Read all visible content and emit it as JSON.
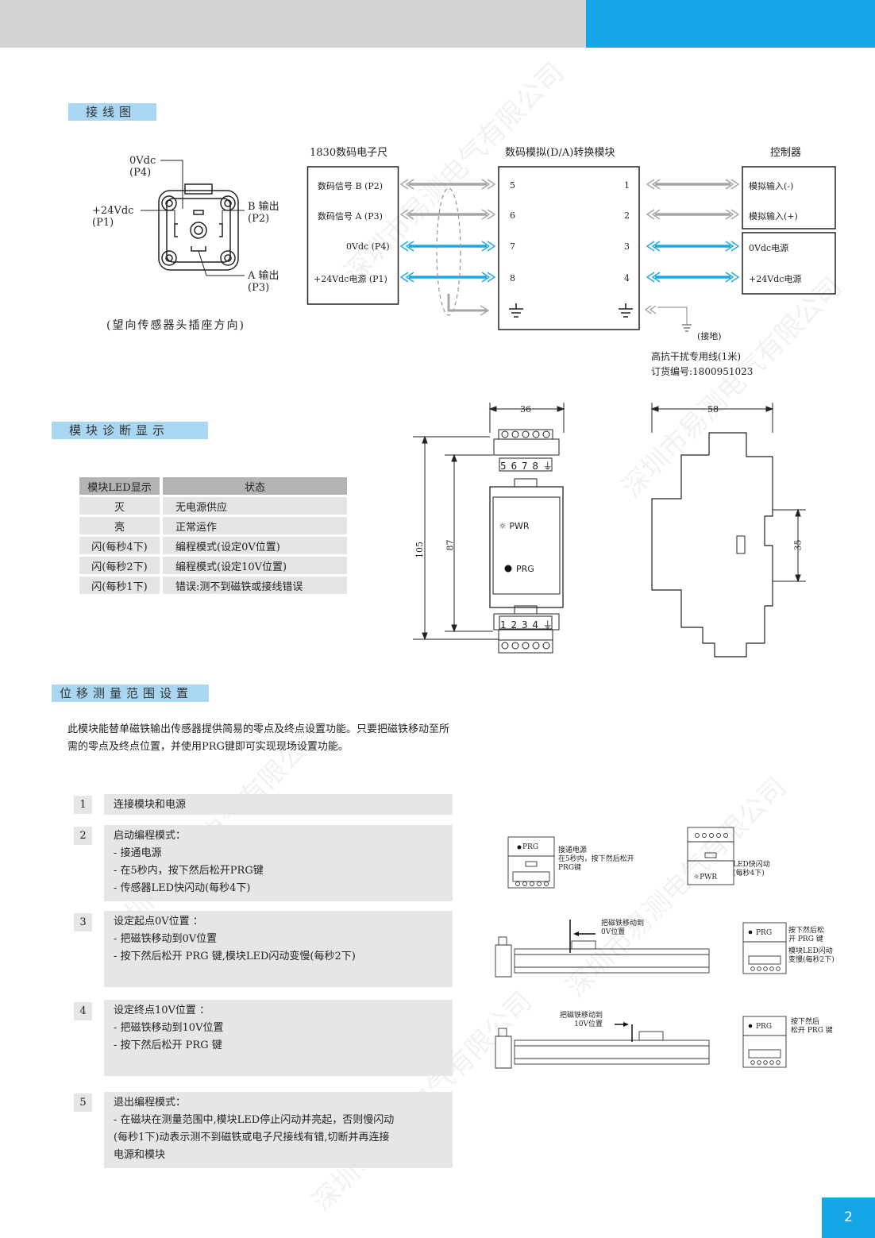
{
  "page_number": "2",
  "watermark": "深圳市易测电气有限公司",
  "sections": {
    "wiring": "接线图",
    "diagnostics": "模块诊断显示",
    "range": "位移测量范围设置"
  },
  "connector": {
    "p4_a": "0Vdc",
    "p4_b": "(P4)",
    "p1_a": "+24Vdc",
    "p1_b": "(P1)",
    "p2_a": "B 输出",
    "p2_b": "(P2)",
    "p3_a": "A 输出",
    "p3_b": "(P3)",
    "caption": "(望向传感器头插座方向)"
  },
  "wiring": {
    "ruler_title": "1830数码电子尺",
    "module_title": "数码模拟(D/A)转换模块",
    "controller_title": "控制器",
    "ruler_rows": [
      "数码信号 B (P2)",
      "数码信号 A (P3)",
      "0Vdc (P4)",
      "+24Vdc电源 (P1)"
    ],
    "module_left": [
      "5",
      "6",
      "7",
      "8"
    ],
    "module_right": [
      "1",
      "2",
      "3",
      "4"
    ],
    "controller_rows": [
      "模拟输入(-)",
      "模拟输入(+)",
      "0Vdc电源",
      "+24Vdc电源"
    ],
    "ground": "(接地)",
    "cable_1": "高抗干扰专用线(1米)",
    "cable_2": "订货编号:1800951023",
    "colors": {
      "signal": "#a5a5a5",
      "power": "#1aa7e3"
    }
  },
  "dimensions": {
    "w36": "36",
    "w58": "58",
    "h105": "105",
    "h87": "87",
    "h35": "35",
    "terminals_top": "5 6 7 8 ⏚",
    "terminals_bottom": "1 2 3 4 ⏚",
    "pwr": "PWR",
    "prg": "PRG"
  },
  "led_table": {
    "headers": [
      "模块LED显示",
      "状态"
    ],
    "rows": [
      [
        "灭",
        "无电源供应"
      ],
      [
        "亮",
        "正常运作"
      ],
      [
        "闪(每秒4下)",
        "编程模式(设定0V位置)"
      ],
      [
        "闪(每秒2下)",
        "编程模式(设定10V位置)"
      ],
      [
        "闪(每秒1下)",
        "错误:测不到磁铁或接线错误"
      ]
    ]
  },
  "intro": "此模块能替单磁铁输出传感器提供简易的零点及终点设置功能。只要把磁铁移动至所需的零点及终点位置，并使用PRG键即可实现现场设置功能。",
  "steps": [
    {
      "num": "1",
      "lines": [
        "连接模块和电源"
      ]
    },
    {
      "num": "2",
      "lines": [
        "启动编程模式：",
        "- 接通电源",
        "- 在5秒内，按下然后松开PRG键",
        "- 传感器LED快闪动(每秒4下)"
      ]
    },
    {
      "num": "3",
      "lines": [
        "设定起点0V位置 ：",
        "- 把磁铁移动到0V位置",
        "- 按下然后松开 PRG 键,模块LED闪动变慢(每秒2下)"
      ]
    },
    {
      "num": "4",
      "lines": [
        "设定终点10V位置 ：",
        "- 把磁铁移动到10V位置",
        "- 按下然后松开 PRG 键"
      ]
    },
    {
      "num": "5",
      "lines": [
        "退出编程模式：",
        "- 在磁块在测量范围中,模块LED停止闪动并亮起，否则慢闪动",
        "(每秒1下)动表示测不到磁铁或电子尺接线有错,切断并再连接",
        "电源和模块"
      ]
    }
  ],
  "illustrations": {
    "power_on_1": "接通电源",
    "power_on_2": "在5秒内，按下然后松开",
    "power_on_3": "PRG键",
    "led_fast_1": "LED快闪动",
    "led_fast_2": "(每秒4下)",
    "move_0v_1": "把磁铁移动到",
    "move_0v_2": "0V位置",
    "press_1": "按下然后松",
    "press_2": "开 PRG 键",
    "led_slow_1": "模块LED闪动",
    "led_slow_2": "变慢(每秒2下)",
    "move_10v_1": "把磁铁移动到",
    "move_10v_2": "10V位置",
    "press_b1": "按下然后",
    "press_b2": "松开 PRG 键",
    "prg": "PRG",
    "pwr": "PWR"
  }
}
